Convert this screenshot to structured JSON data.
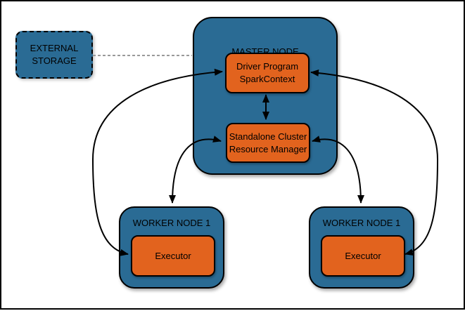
{
  "diagram": {
    "colors": {
      "node_fill": "#2a6b94",
      "component_fill": "#e2631e",
      "outline": "#000000",
      "arrow": "#000000",
      "dashed_link": "#999999",
      "background": "#ffffff"
    },
    "external_storage": {
      "label": "EXTERNAL\nSTORAGE"
    },
    "master_node": {
      "label": "MASTER NODE",
      "driver_program": {
        "label": "Driver Program\nSparkContext"
      },
      "resource_manager": {
        "label": "Standalone Cluster\nResource Manager"
      }
    },
    "worker_left": {
      "label": "WORKER NODE 1",
      "executor": {
        "label": "Executor"
      }
    },
    "worker_right": {
      "label": "WORKER NODE 1",
      "executor": {
        "label": "Executor"
      }
    },
    "edges": [
      {
        "from": "external-storage",
        "to": "master-node",
        "style": "dashed",
        "arrows": "none"
      },
      {
        "from": "driver-program",
        "to": "resource-manager",
        "style": "solid",
        "arrows": "both"
      },
      {
        "from": "driver-program",
        "to": "executor-left",
        "style": "solid",
        "arrows": "both"
      },
      {
        "from": "driver-program",
        "to": "executor-right",
        "style": "solid",
        "arrows": "both"
      },
      {
        "from": "resource-manager",
        "to": "worker-node-left",
        "style": "solid",
        "arrows": "both"
      },
      {
        "from": "resource-manager",
        "to": "worker-node-right",
        "style": "solid",
        "arrows": "both"
      }
    ]
  }
}
